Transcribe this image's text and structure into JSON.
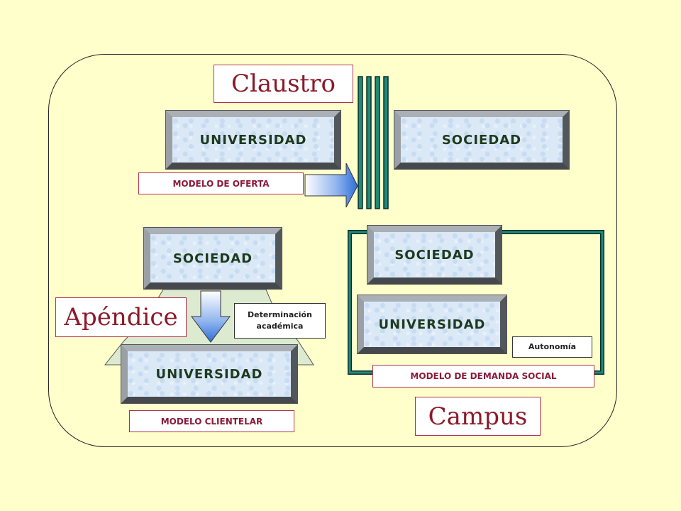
{
  "titles": {
    "claustro": "Claustro",
    "apendice": "Apéndice",
    "campus": "Campus"
  },
  "top": {
    "universidad": "UNIVERSIDAD",
    "sociedad": "SOCIEDAD",
    "model_label": "MODELO DE OFERTA"
  },
  "left": {
    "sociedad": "SOCIEDAD",
    "universidad": "UNIVERSIDAD",
    "note": "Determinación académica",
    "model_label": "MODELO CLIENTELAR"
  },
  "right": {
    "sociedad": "SOCIEDAD",
    "universidad": "UNIVERSIDAD",
    "note": "Autonomía",
    "model_label": "MODELO DE DEMANDA SOCIAL"
  },
  "colors": {
    "background": "#ffffcc",
    "title_text": "#8b1a2a",
    "label_text": "#8b1a3a",
    "box_face": "#dbe9f7",
    "bar_teal": "#1f8a7a"
  }
}
